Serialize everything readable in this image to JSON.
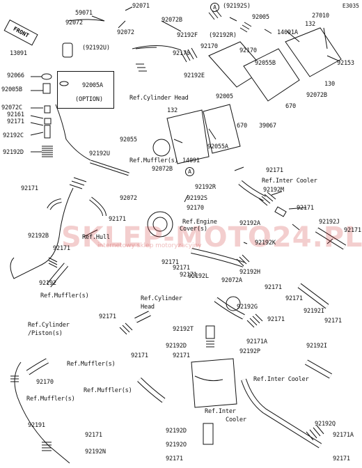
{
  "diagram_code": "E3035",
  "front_label": "FRONT",
  "option_label": "(OPTION)",
  "circle_marker": "A",
  "watermark": {
    "main": "SKLEP-MOTO24.PL",
    "sub": "internetowy sklep motoryzacyjny"
  },
  "labels": [
    {
      "id": "l1",
      "text": "59071"
    },
    {
      "id": "l2",
      "text": "92071"
    },
    {
      "id": "l3",
      "text": "92072"
    },
    {
      "id": "l4",
      "text": "92072"
    },
    {
      "id": "l5",
      "text": "13091"
    },
    {
      "id": "l6",
      "text": "(92192U)"
    },
    {
      "id": "l7",
      "text": "92072B"
    },
    {
      "id": "l8",
      "text": "92192F"
    },
    {
      "id": "l9",
      "text": "(92192S)"
    },
    {
      "id": "l10",
      "text": "92005"
    },
    {
      "id": "l11",
      "text": "27010"
    },
    {
      "id": "l12",
      "text": "(92192R)"
    },
    {
      "id": "l13",
      "text": "92170"
    },
    {
      "id": "l14",
      "text": "14091A"
    },
    {
      "id": "l15",
      "text": "132"
    },
    {
      "id": "l16",
      "text": "92170"
    },
    {
      "id": "l17",
      "text": "92170"
    },
    {
      "id": "l18",
      "text": "92153"
    },
    {
      "id": "l19",
      "text": "92066"
    },
    {
      "id": "l20",
      "text": "92005A"
    },
    {
      "id": "l21",
      "text": "92005B"
    },
    {
      "id": "l22",
      "text": "92192E"
    },
    {
      "id": "l23",
      "text": "92055B"
    },
    {
      "id": "l24",
      "text": "130"
    },
    {
      "id": "l25",
      "text": "Ref.Cylinder Head"
    },
    {
      "id": "l26",
      "text": "92005"
    },
    {
      "id": "l27",
      "text": "670"
    },
    {
      "id": "l28",
      "text": "92072B"
    },
    {
      "id": "l29",
      "text": "92072C"
    },
    {
      "id": "l30",
      "text": "92161"
    },
    {
      "id": "l31",
      "text": "92171"
    },
    {
      "id": "l32",
      "text": "132"
    },
    {
      "id": "l33",
      "text": "670"
    },
    {
      "id": "l34",
      "text": "39067"
    },
    {
      "id": "l35",
      "text": "92192C"
    },
    {
      "id": "l36",
      "text": "92055"
    },
    {
      "id": "l37",
      "text": "92055A"
    },
    {
      "id": "l38",
      "text": "92192D"
    },
    {
      "id": "l39",
      "text": "92192U"
    },
    {
      "id": "l40",
      "text": "Ref.Muffler(s)"
    },
    {
      "id": "l41",
      "text": "14091"
    },
    {
      "id": "l42",
      "text": "92072B"
    },
    {
      "id": "l43",
      "text": "92171"
    },
    {
      "id": "l44",
      "text": "Ref.Inter Cooler"
    },
    {
      "id": "l45",
      "text": "92171"
    },
    {
      "id": "l46",
      "text": "92072"
    },
    {
      "id": "l47",
      "text": "92192R"
    },
    {
      "id": "l48",
      "text": "92192M"
    },
    {
      "id": "l49",
      "text": "92192S"
    },
    {
      "id": "l50",
      "text": "92170"
    },
    {
      "id": "l51",
      "text": "92171"
    },
    {
      "id": "l52",
      "text": "92171"
    },
    {
      "id": "l53",
      "text": "Ref.Engine"
    },
    {
      "id": "l54",
      "text": "Cover(s)"
    },
    {
      "id": "l55",
      "text": "92192J"
    },
    {
      "id": "l56",
      "text": "92192A"
    },
    {
      "id": "l57",
      "text": "92171"
    },
    {
      "id": "l58",
      "text": "92192B"
    },
    {
      "id": "l59",
      "text": "Ref.Hull"
    },
    {
      "id": "l60",
      "text": "92192K"
    },
    {
      "id": "l61",
      "text": "92171"
    },
    {
      "id": "l62",
      "text": "92171"
    },
    {
      "id": "l63",
      "text": "92171"
    },
    {
      "id": "l64",
      "text": "92192"
    },
    {
      "id": "l65",
      "text": "92171"
    },
    {
      "id": "l66",
      "text": "92192H"
    },
    {
      "id": "l67",
      "text": "Ref.Muffler(s)"
    },
    {
      "id": "l68",
      "text": "92192L"
    },
    {
      "id": "l69",
      "text": "92072A"
    },
    {
      "id": "l70",
      "text": "92171"
    },
    {
      "id": "l71",
      "text": "Ref.Cylinder"
    },
    {
      "id": "l72",
      "text": "Head"
    },
    {
      "id": "l73",
      "text": "92171"
    },
    {
      "id": "l74",
      "text": "92192I"
    },
    {
      "id": "l75",
      "text": "92192G"
    },
    {
      "id": "l76",
      "text": "92171"
    },
    {
      "id": "l77",
      "text": "Ref.Cylinder"
    },
    {
      "id": "l78",
      "text": "/Piston(s)"
    },
    {
      "id": "l79",
      "text": "92171"
    },
    {
      "id": "l80",
      "text": "92192T"
    },
    {
      "id": "l81",
      "text": "92171"
    },
    {
      "id": "l82",
      "text": "92171A"
    },
    {
      "id": "l83",
      "text": "92192D"
    },
    {
      "id": "l84",
      "text": "92192I"
    },
    {
      "id": "l85",
      "text": "92171"
    },
    {
      "id": "l86",
      "text": "92192P"
    },
    {
      "id": "l87",
      "text": "92171"
    },
    {
      "id": "l88",
      "text": "Ref.Muffler(s)"
    },
    {
      "id": "l89",
      "text": "92170"
    },
    {
      "id": "l90",
      "text": "Ref.Inter Cooler"
    },
    {
      "id": "l91",
      "text": "Ref.Muffler(s)"
    },
    {
      "id": "l92",
      "text": "Ref.Muffler(s)"
    },
    {
      "id": "l93",
      "text": "Ref.Inter"
    },
    {
      "id": "l94",
      "text": "Cooler"
    },
    {
      "id": "l95",
      "text": "92191"
    },
    {
      "id": "l96",
      "text": "92171"
    },
    {
      "id": "l97",
      "text": "92192D"
    },
    {
      "id": "l98",
      "text": "92192Q"
    },
    {
      "id": "l99",
      "text": "92192N"
    },
    {
      "id": "l100",
      "text": "92192O"
    },
    {
      "id": "l101",
      "text": "92171A"
    },
    {
      "id": "l102",
      "text": "92171"
    },
    {
      "id": "l103",
      "text": "92171"
    }
  ]
}
